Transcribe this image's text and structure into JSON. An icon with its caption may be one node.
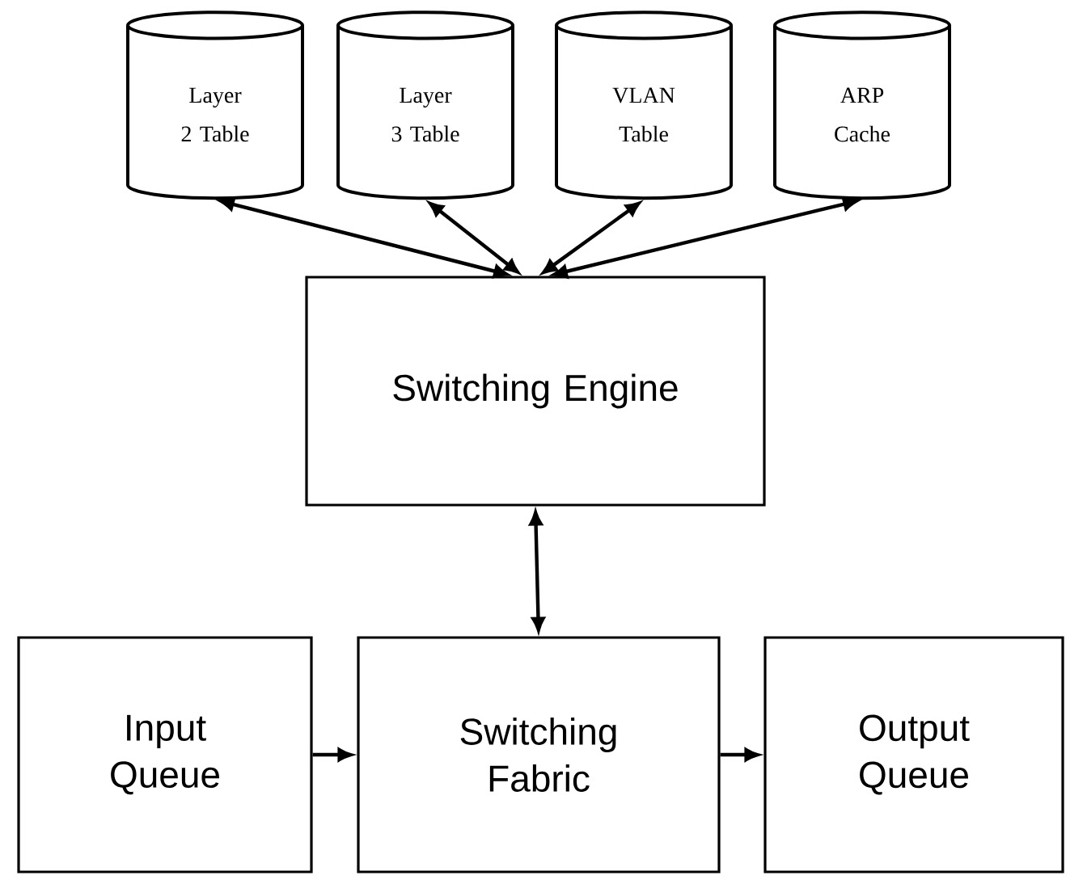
{
  "diagram": {
    "nodes": [
      {
        "text": [
          "Layer 2 Table"
        ]
      },
      {
        "text": [
          "Layer 3 Table"
        ]
      },
      {
        "text": [
          "VLAN Table"
        ]
      },
      {
        "text": [
          "ARP Cache"
        ]
      },
      {
        "text": [
          "Switching Engine"
        ]
      },
      {
        "text": [
          "Input Queue"
        ]
      },
      {
        "text": [
          "Switching Fabric"
        ]
      },
      {
        "text": [
          "Output Queue"
        ]
      }
    ],
    "edges": [
      {
        "from": 4,
        "to": 0,
        "arrow": "both"
      },
      {
        "from": 4,
        "to": 1,
        "arrow": "both"
      },
      {
        "from": 4,
        "to": 2,
        "arrow": "both"
      },
      {
        "from": 4,
        "to": 3,
        "arrow": "both"
      },
      {
        "from": 4,
        "to": 6,
        "arrow": "both"
      },
      {
        "from": 5,
        "to": 6,
        "arrow": "to"
      },
      {
        "from": 6,
        "to": 7,
        "arrow": "to"
      }
    ]
  }
}
